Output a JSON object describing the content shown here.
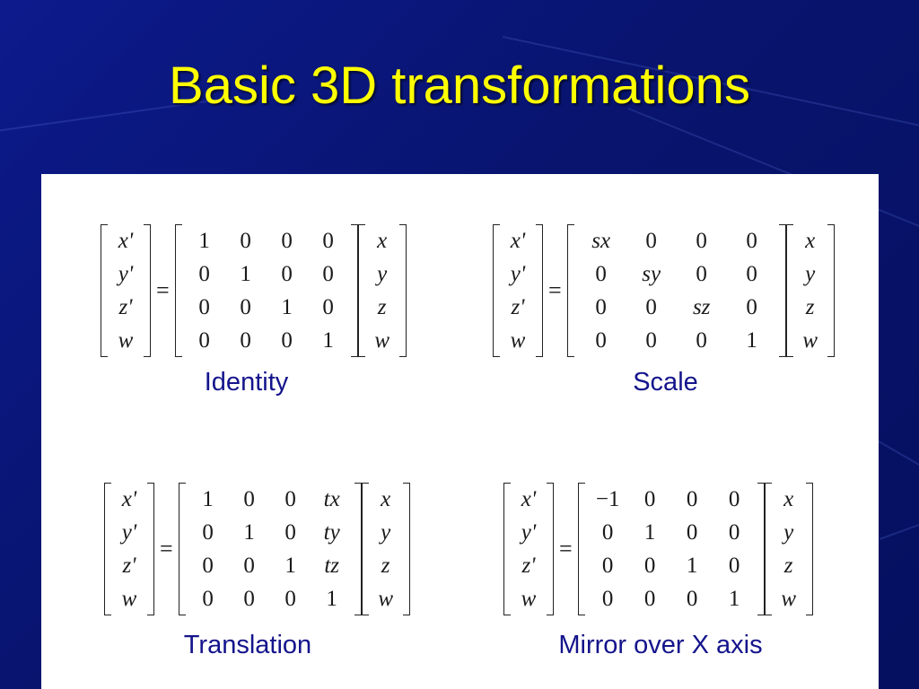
{
  "slide": {
    "title": "Basic 3D transformations",
    "colors": {
      "background": "#0a1680",
      "title": "#ffff00",
      "panel": "#ffffff",
      "caption": "#14148c"
    }
  },
  "transforms": [
    {
      "caption": "Identity",
      "output": [
        "x'",
        "y'",
        "z'",
        "w"
      ],
      "matrix": [
        [
          "1",
          "0",
          "0",
          "0"
        ],
        [
          "0",
          "1",
          "0",
          "0"
        ],
        [
          "0",
          "0",
          "1",
          "0"
        ],
        [
          "0",
          "0",
          "0",
          "1"
        ]
      ],
      "input": [
        "x",
        "y",
        "z",
        "w"
      ],
      "equals": "="
    },
    {
      "caption": "Scale",
      "output": [
        "x'",
        "y'",
        "z'",
        "w"
      ],
      "matrix": [
        [
          "sx",
          "0",
          "0",
          "0"
        ],
        [
          "0",
          "sy",
          "0",
          "0"
        ],
        [
          "0",
          "0",
          "sz",
          "0"
        ],
        [
          "0",
          "0",
          "0",
          "1"
        ]
      ],
      "input": [
        "x",
        "y",
        "z",
        "w"
      ],
      "equals": "="
    },
    {
      "caption": "Translation",
      "output": [
        "x'",
        "y'",
        "z'",
        "w"
      ],
      "matrix": [
        [
          "1",
          "0",
          "0",
          "tx"
        ],
        [
          "0",
          "1",
          "0",
          "ty"
        ],
        [
          "0",
          "0",
          "1",
          "tz"
        ],
        [
          "0",
          "0",
          "0",
          "1"
        ]
      ],
      "input": [
        "x",
        "y",
        "z",
        "w"
      ],
      "equals": "="
    },
    {
      "caption": "Mirror over X axis",
      "output": [
        "x'",
        "y'",
        "z'",
        "w"
      ],
      "matrix": [
        [
          "−1",
          "0",
          "0",
          "0"
        ],
        [
          "0",
          "1",
          "0",
          "0"
        ],
        [
          "0",
          "0",
          "1",
          "0"
        ],
        [
          "0",
          "0",
          "0",
          "1"
        ]
      ],
      "input": [
        "x",
        "y",
        "z",
        "w"
      ],
      "equals": "="
    }
  ]
}
